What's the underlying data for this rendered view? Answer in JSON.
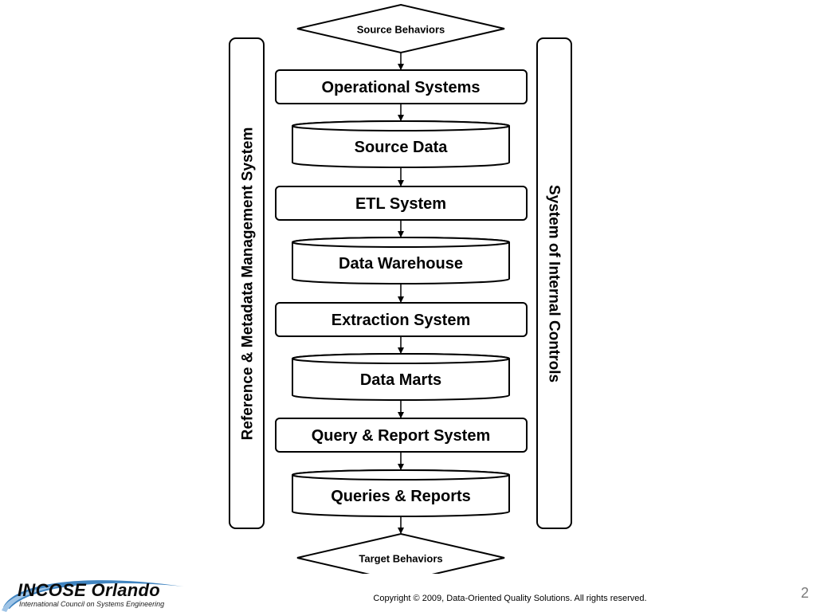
{
  "diagram": {
    "top_diamond": "Source Behaviors",
    "bottom_diamond": "Target Behaviors",
    "left_pillar": "Reference & Metadata Management System",
    "right_pillar": "System of Internal Controls",
    "stages": [
      {
        "label": "Operational Systems",
        "shape": "process"
      },
      {
        "label": "Source Data",
        "shape": "store"
      },
      {
        "label": "ETL System",
        "shape": "process"
      },
      {
        "label": "Data Warehouse",
        "shape": "store"
      },
      {
        "label": "Extraction System",
        "shape": "process"
      },
      {
        "label": "Data Marts",
        "shape": "store"
      },
      {
        "label": "Query & Report System",
        "shape": "process"
      },
      {
        "label": "Queries & Reports",
        "shape": "store"
      }
    ]
  },
  "footer": {
    "logo_name": "INCOSE Orlando",
    "logo_subtitle": "International Council on Systems Engineering",
    "copyright": "Copyright © 2009, Data-Oriented Quality Solutions.  All rights reserved.",
    "page_number": "2"
  },
  "colors": {
    "stroke": "#000000",
    "logo_blue": "#1f6fb5",
    "page_number": "#7a7a7a"
  }
}
